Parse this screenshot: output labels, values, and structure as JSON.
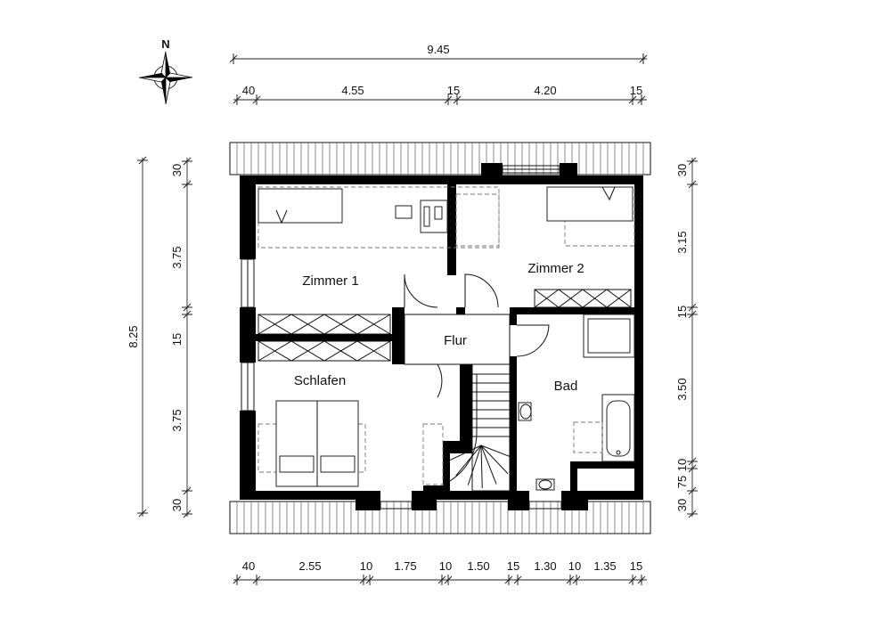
{
  "compass": {
    "label": "N"
  },
  "rooms": {
    "zimmer1": "Zimmer 1",
    "zimmer2": "Zimmer 2",
    "flur": "Flur",
    "schlafen": "Schlafen",
    "bad": "Bad"
  },
  "dimensions": {
    "overall_width": "9.45",
    "overall_depth": "8.25",
    "top_row": [
      "40",
      "4.55",
      "15",
      "4.20",
      "15"
    ],
    "bottom_row": [
      "40",
      "2.55",
      "10",
      "1.75",
      "10",
      "1.50",
      "15",
      "1.30",
      "10",
      "1.35",
      "15"
    ],
    "left_col": [
      "30",
      "3.75",
      "15",
      "3.75",
      "30"
    ],
    "right_col": [
      "30",
      "3.15",
      "15",
      "3.50",
      "10",
      "75",
      "30"
    ]
  }
}
